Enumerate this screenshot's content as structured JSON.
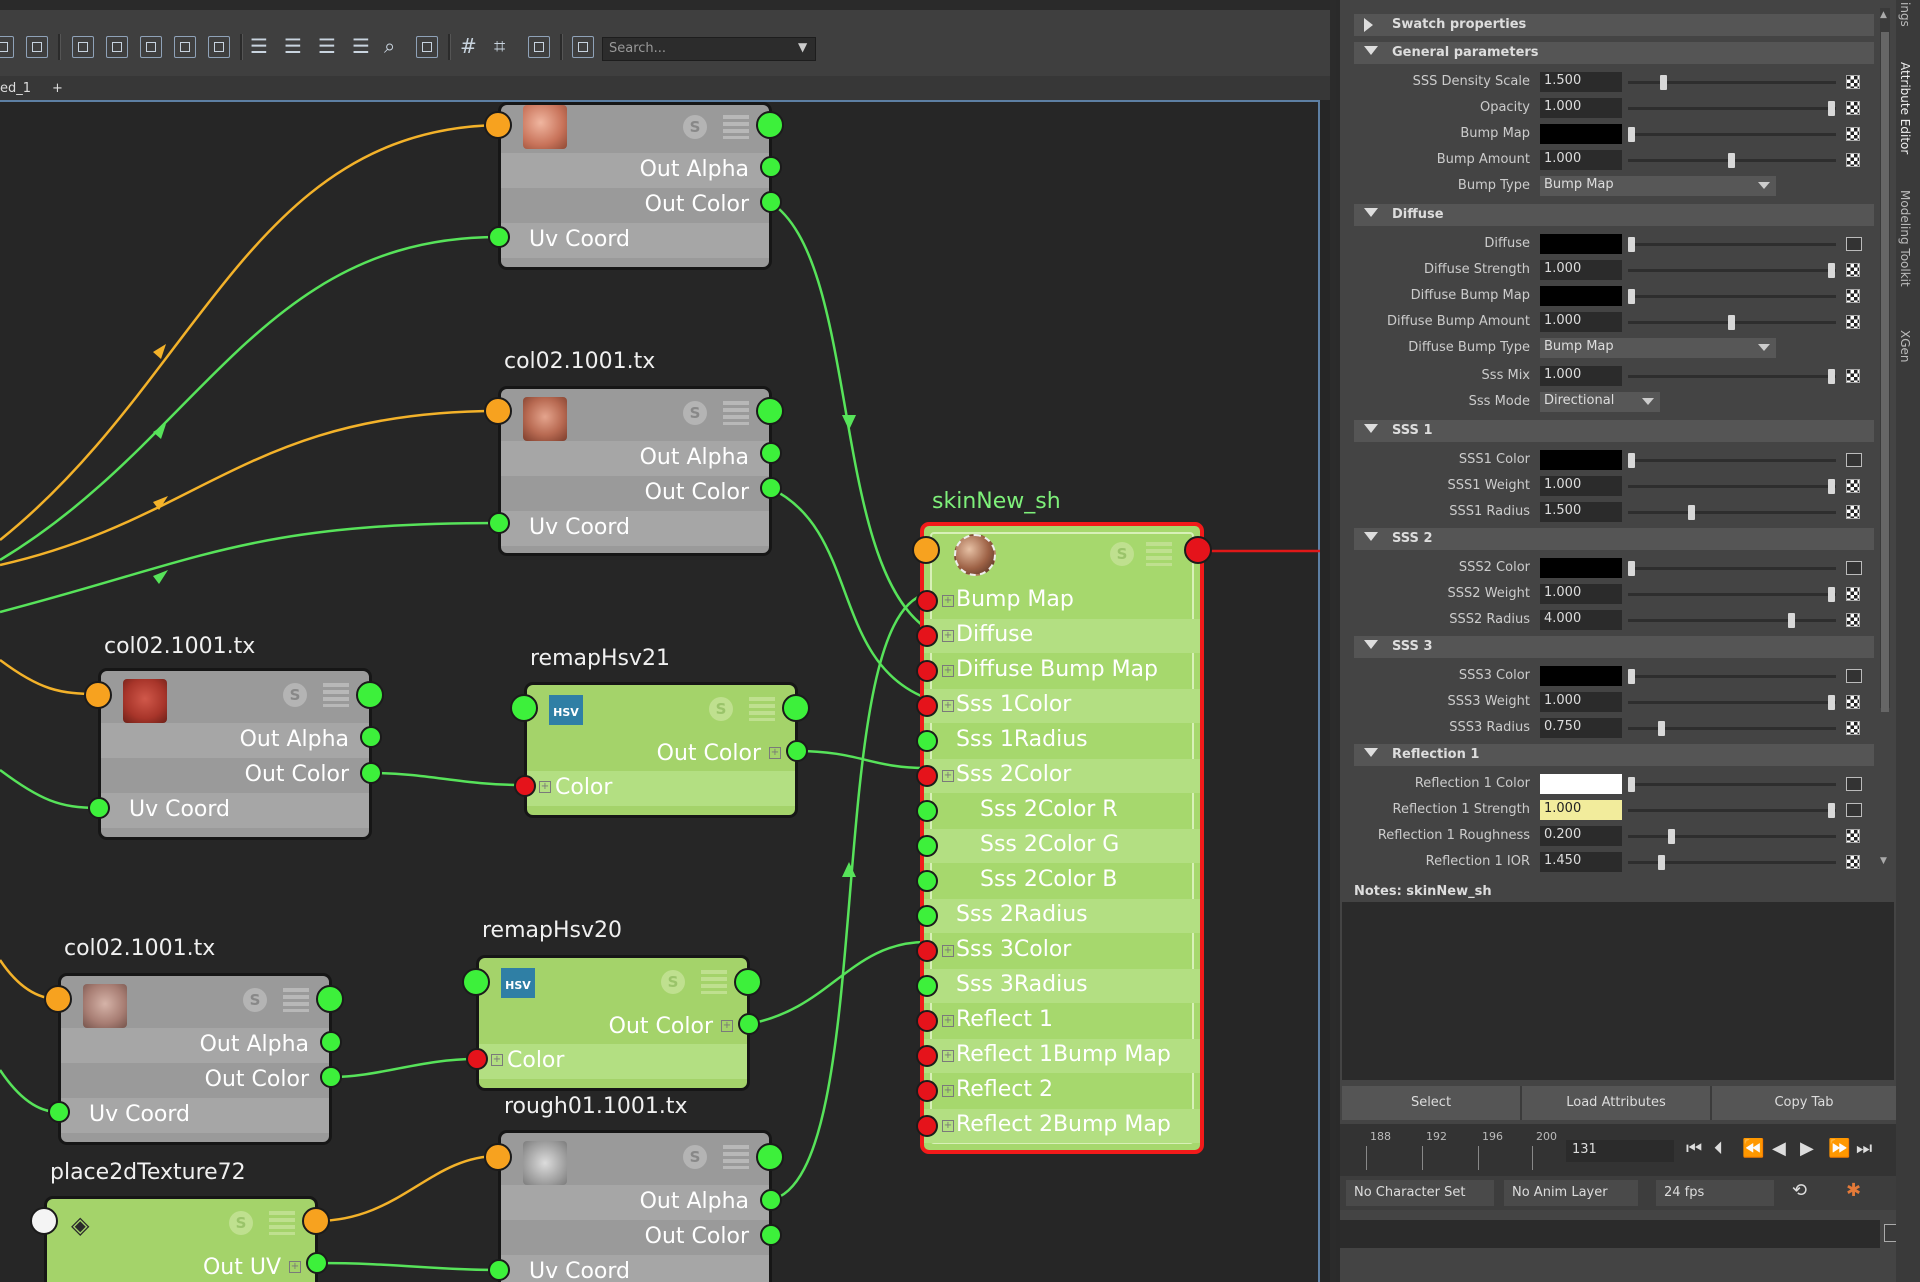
{
  "toolbar": {
    "search_placeholder": "Search..."
  },
  "tabs": {
    "current": "ed_1",
    "add": "+"
  },
  "nodes": {
    "file_top": {
      "out_alpha": "Out Alpha",
      "out_color": "Out Color",
      "uv": "Uv Coord"
    },
    "file_col_a": {
      "title": "col02.1001.tx",
      "out_alpha": "Out Alpha",
      "out_color": "Out Color",
      "uv": "Uv Coord"
    },
    "file_col_b": {
      "title": "col02.1001.tx",
      "out_alpha": "Out Alpha",
      "out_color": "Out Color",
      "uv": "Uv Coord"
    },
    "file_col_c": {
      "title": "col02.1001.tx",
      "out_alpha": "Out Alpha",
      "out_color": "Out Color",
      "uv": "Uv Coord"
    },
    "remap21": {
      "title": "remapHsv21",
      "out_color": "Out Color",
      "color": "Color",
      "badge": "HSV"
    },
    "remap20": {
      "title": "remapHsv20",
      "out_color": "Out Color",
      "color": "Color",
      "badge": "HSV"
    },
    "rough": {
      "title": "rough01.1001.tx",
      "out_alpha": "Out Alpha",
      "out_color": "Out Color",
      "uv": "Uv Coord"
    },
    "place2d": {
      "title": "place2dTexture72",
      "out_uv": "Out UV"
    },
    "badge_s": "S",
    "skin": {
      "title": "skinNew_sh",
      "rows": [
        "Bump Map",
        "Diffuse",
        "Diffuse Bump Map",
        "Sss 1Color",
        "Sss 1Radius",
        "Sss 2Color",
        "Sss 2Color R",
        "Sss 2Color G",
        "Sss 2Color B",
        "Sss 2Radius",
        "Sss 3Color",
        "Sss 3Radius",
        "Reflect 1",
        "Reflect 1Bump Map",
        "Reflect 2",
        "Reflect 2Bump Map"
      ]
    }
  },
  "attr": {
    "sections": {
      "swatch": "Swatch properties",
      "general": "General parameters",
      "diffuse": "Diffuse",
      "sss1": "SSS 1",
      "sss2": "SSS 2",
      "sss3": "SSS 3",
      "refl1": "Reflection 1"
    },
    "general": [
      {
        "label": "SSS Density Scale",
        "value": "1.500",
        "slider": 0.16
      },
      {
        "label": "Opacity",
        "value": "1.000",
        "slider": 1.0
      },
      {
        "label": "Bump Map",
        "swatch": "#000000"
      },
      {
        "label": "Bump Amount",
        "value": "1.000",
        "slider": 0.5
      }
    ],
    "bump_type": {
      "label": "Bump Type",
      "value": "Bump Map"
    },
    "diffuse": [
      {
        "label": "Diffuse",
        "swatch": "#000000"
      },
      {
        "label": "Diffuse Strength",
        "value": "1.000",
        "slider": 1.0
      },
      {
        "label": "Diffuse Bump Map",
        "swatch": "#000000"
      },
      {
        "label": "Diffuse Bump Amount",
        "value": "1.000",
        "slider": 0.5
      }
    ],
    "diffuse_bump_type": {
      "label": "Diffuse Bump Type",
      "value": "Bump Map"
    },
    "sss_mix": {
      "label": "Sss Mix",
      "value": "1.000",
      "slider": 1.0
    },
    "sss_mode": {
      "label": "Sss Mode",
      "value": "Directional"
    },
    "sss1": [
      {
        "label": "SSS1 Color",
        "swatch": "#000000"
      },
      {
        "label": "SSS1 Weight",
        "value": "1.000",
        "slider": 1.0
      },
      {
        "label": "SSS1 Radius",
        "value": "1.500",
        "slider": 0.3
      }
    ],
    "sss2": [
      {
        "label": "SSS2 Color",
        "swatch": "#000000"
      },
      {
        "label": "SSS2 Weight",
        "value": "1.000",
        "slider": 1.0
      },
      {
        "label": "SSS2 Radius",
        "value": "4.000",
        "slider": 0.8
      }
    ],
    "sss3": [
      {
        "label": "SSS3 Color",
        "swatch": "#000000"
      },
      {
        "label": "SSS3 Weight",
        "value": "1.000",
        "slider": 1.0
      },
      {
        "label": "SSS3 Radius",
        "value": "0.750",
        "slider": 0.15
      }
    ],
    "refl1": [
      {
        "label": "Reflection 1 Color",
        "swatch": "#ffffff"
      },
      {
        "label": "Reflection 1 Strength",
        "value": "1.000",
        "slider": 1.0,
        "highlight": true
      },
      {
        "label": "Reflection 1 Roughness",
        "value": "0.200",
        "slider": 0.2
      },
      {
        "label": "Reflection 1 IOR",
        "value": "1.450",
        "slider": 0.15
      }
    ],
    "notes_label": "Notes:  skinNew_sh",
    "buttons": {
      "select": "Select",
      "load": "Load Attributes",
      "copy": "Copy Tab"
    }
  },
  "timeline": {
    "ticks": [
      "188",
      "192",
      "196",
      "200"
    ],
    "frame": "131"
  },
  "status": {
    "char_set": "No Character Set",
    "anim_layer": "No Anim Layer",
    "fps": "24 fps"
  },
  "side_tabs": [
    "Attribute Editor",
    "Modeling Toolkit",
    "XGen",
    "ings"
  ],
  "colors": {
    "port_green": "#3df03b",
    "port_orange": "#f7a21f",
    "port_red": "#e5131b",
    "wire_green": "#57e35a",
    "wire_orange": "#f3b22a",
    "wire_red": "#e01818",
    "selection": "#f21a1a"
  }
}
